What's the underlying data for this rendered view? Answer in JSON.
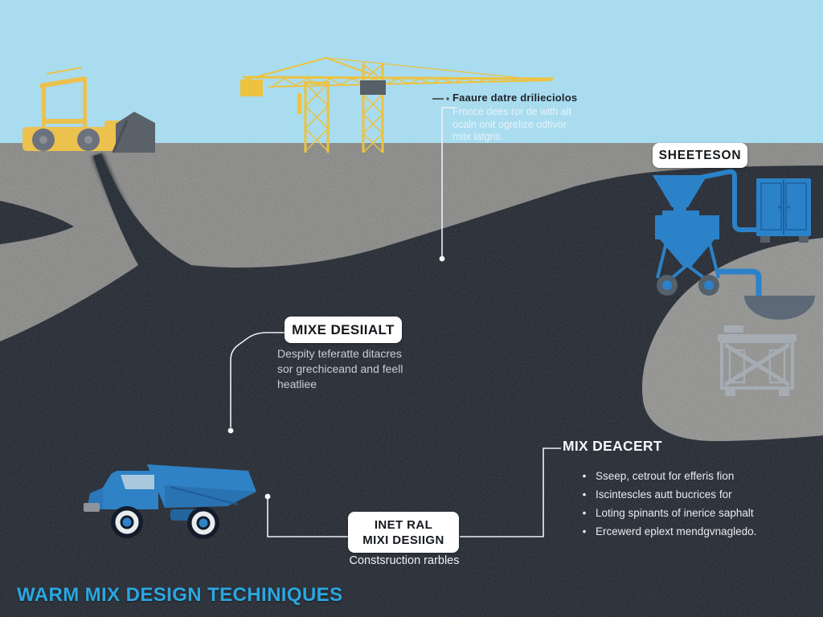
{
  "title": "WARM MIX DESIGN TECHINIQUES",
  "labels": {
    "sheeteson": "SHEETESON",
    "mixe_box": "MIXE DESIIALT",
    "inet_line1": "INET RAL",
    "inet_line2": "MIXI DESIIGN",
    "inet_caption": "Constsruction rarbles",
    "deacert_heading": "MIX DEACERT",
    "crane_heading": "Faaure datre drilieciolos"
  },
  "paragraphs": {
    "crane_note": [
      "Fronce dees ror de with alt",
      "ocaln onit ogrelize odtivor",
      "mitx latgris."
    ],
    "mixe_note": [
      "Despity teferatte ditacres",
      "sor grechiceand and feell",
      "heatliee"
    ],
    "deacert_bullets": [
      "Sseep, cetrout for efferis fion",
      "Iscintescles autt bucrices for",
      "Loting spinants of inerice saphalt",
      "Ercewerd eplext mendgvnagledo."
    ]
  },
  "bullet_glyph": "•",
  "illustrations": [
    "yellow-forklift-icon",
    "shed-icon",
    "tower-crane-icon",
    "blue-mixing-plant-icon",
    "control-cabinet-icon",
    "scoop-icon",
    "faded-generator-icon",
    "blue-dump-truck-icon"
  ],
  "colors": {
    "sky": "#a9dcef",
    "gravel": "#9a9a98",
    "gravel_light": "#a6a6a4",
    "asphalt": "#242a35",
    "machine_yellow": "#ecc14e",
    "machine_blue": "#2b82c9",
    "truck_blue": "#2f82c5",
    "scoop_gray": "#5d6976",
    "title_blue": "#2ba7e1",
    "label_bg": "#ffffff",
    "label_text": "#15181c",
    "leader_line": "#eef1f3"
  }
}
